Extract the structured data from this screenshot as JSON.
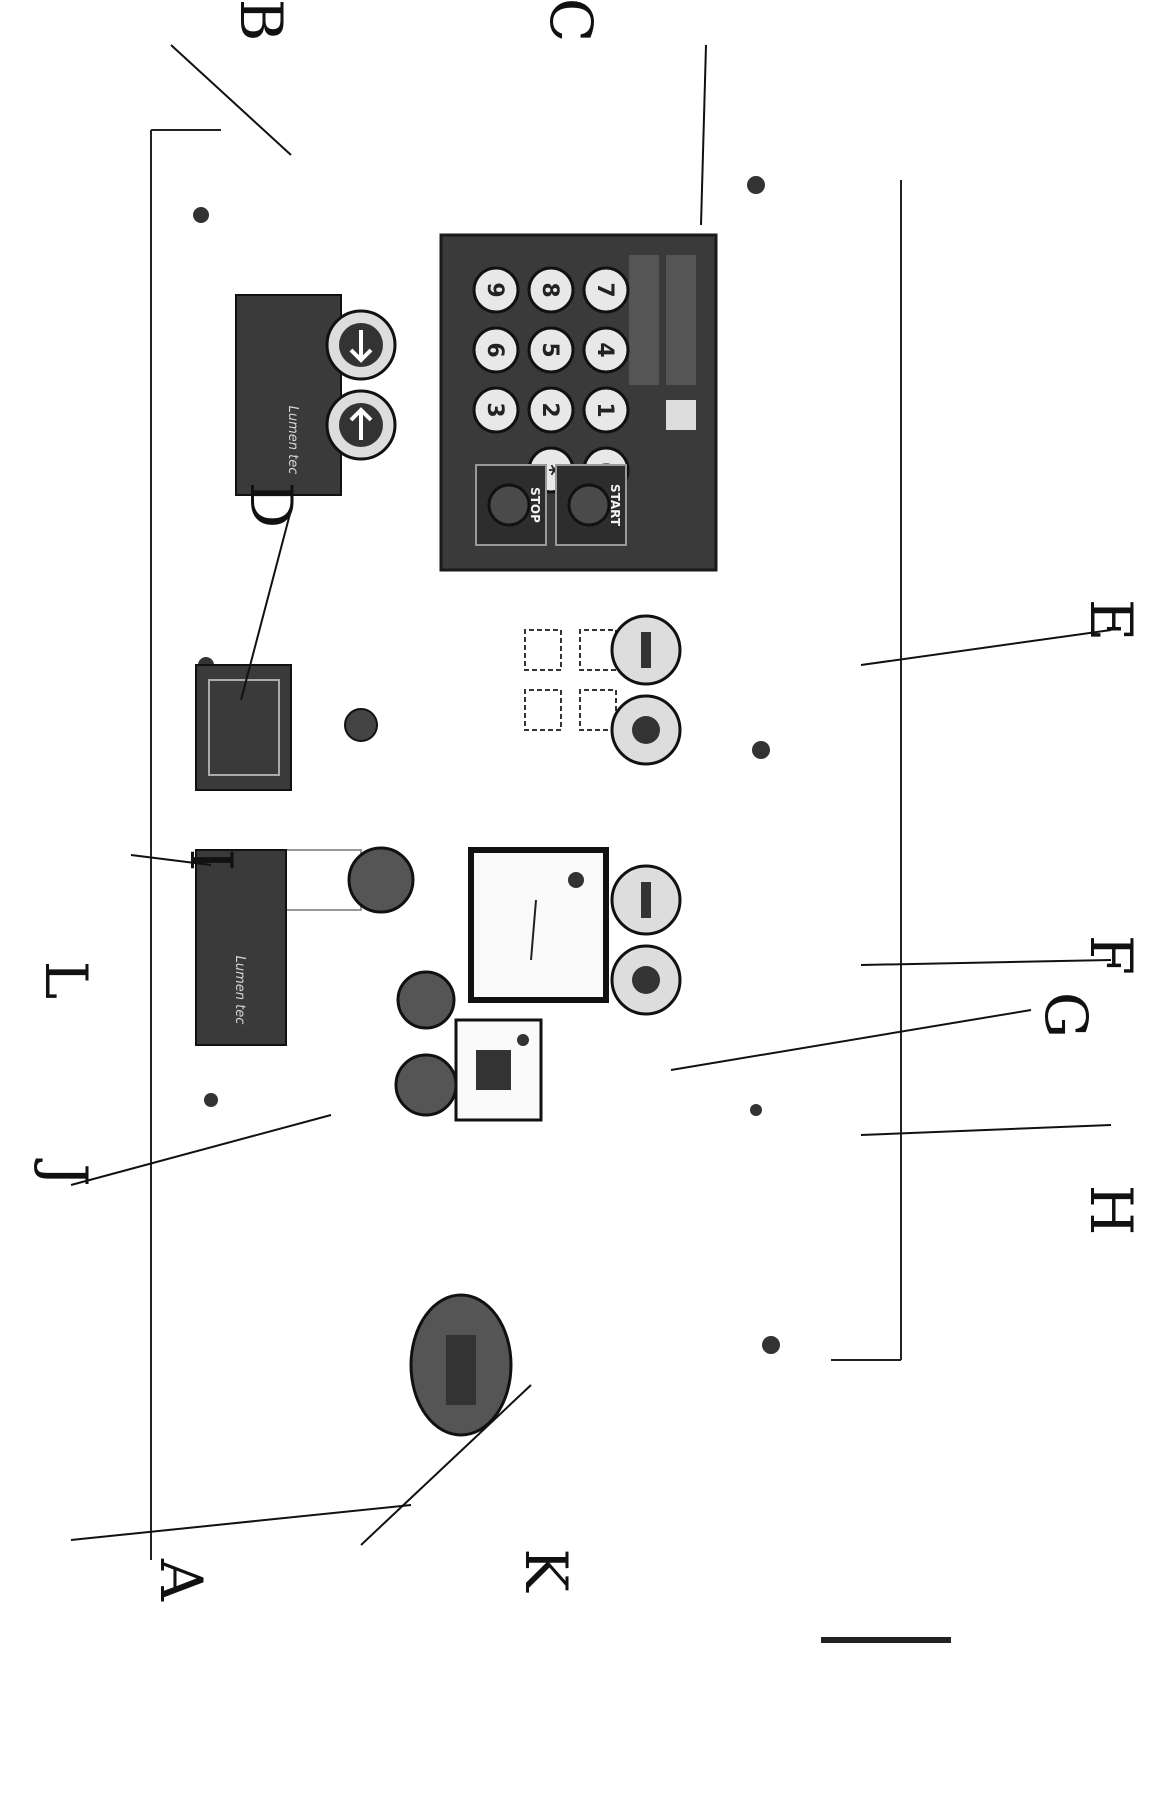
{
  "callouts": [
    "A",
    "B",
    "C",
    "D",
    "E",
    "F",
    "G",
    "H",
    "I",
    "J",
    "K",
    "L"
  ],
  "control_unit": {
    "keypad": [
      "7",
      "8",
      "9",
      "4",
      "5",
      "6",
      "1",
      "2",
      "3",
      "0",
      "*"
    ],
    "start_label": "START",
    "stop_label": "STOP"
  },
  "display_brand": "Lumen tec",
  "colors": {
    "ink": "#111111",
    "panel": "#3a3a3a",
    "panel_dark": "#262626",
    "background": "#ffffff"
  }
}
